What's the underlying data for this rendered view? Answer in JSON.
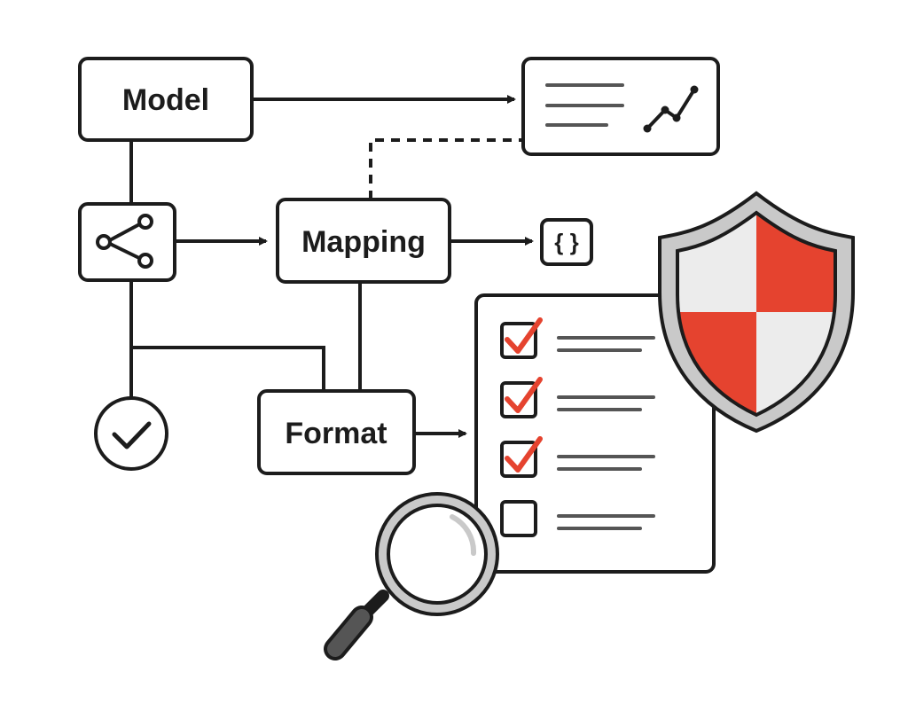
{
  "nodes": {
    "model": {
      "label": "Model"
    },
    "mapping": {
      "label": "Mapping"
    },
    "format": {
      "label": "Format"
    },
    "json_badge": {
      "label": "{ }"
    }
  },
  "icons": {
    "share": "share-icon",
    "check": "check-circle-icon",
    "report": "report-chart-icon",
    "json": "curly-braces-icon",
    "checklist": "checklist-icon",
    "shield": "shield-icon",
    "magnifier": "magnifier-icon"
  },
  "checklist": {
    "items": [
      {
        "checked": true
      },
      {
        "checked": true
      },
      {
        "checked": true
      },
      {
        "checked": false
      }
    ]
  },
  "colors": {
    "accent": "#e5432f",
    "stroke": "#1c1c1c",
    "shield_light": "#ececec",
    "shield_rim": "#c9c9c9"
  }
}
